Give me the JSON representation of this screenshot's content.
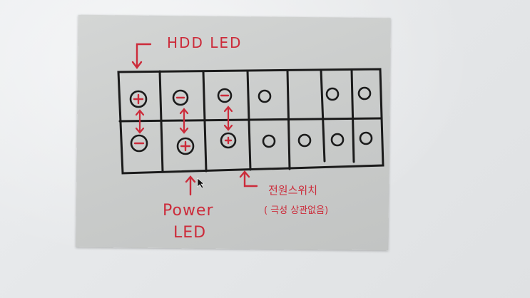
{
  "labels": {
    "hdd_led": "HDD LED",
    "power": "Power",
    "led": "LED",
    "power_switch": "전원스위치",
    "polarity_note": "( 극성 상관없음)"
  },
  "pins": {
    "top_row": [
      "+",
      "−",
      "−",
      "○",
      "",
      "○",
      "○"
    ],
    "bottom_row": [
      "−",
      "+",
      "+",
      "○",
      "○",
      "○",
      "○"
    ]
  },
  "colors": {
    "ink": "#1b1b1b",
    "marker_red": "#cc2b3a",
    "paper": "#c9cbca"
  }
}
